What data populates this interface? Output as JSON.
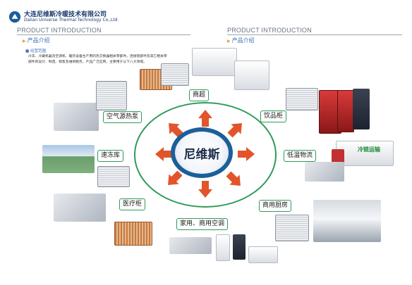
{
  "header": {
    "company_cn": "大连尼维斯冷暖技术有限公司",
    "company_en": "Dalian Universe Thermal Technology Co.,Ltd",
    "title_left": "PRODUCT INTRODUCTION",
    "title_right": "PRODUCT INTRODUCTION",
    "section_left": "产品介绍",
    "section_right": "产品介绍"
  },
  "summary": {
    "title": "经营范围",
    "text": "冷冻、冷藏机器及空调机、暖热设备生产用的热交换器相关零部件。连接管部件及其它相关零部件的设计、制造、销售及维修服务。产品广泛应用，主要用于以下八大领域。"
  },
  "hub": {
    "label": "尼维斯"
  },
  "categories": {
    "supermarket": "商超",
    "beverage_cabinet": "饮品柜",
    "cold_chain": "低温物流",
    "commercial_kitchen": "商用厨房",
    "air_conditioning": "家用、商用空调",
    "medical_cabinet": "医疗柜",
    "quick_freezer": "速冻库",
    "heat_pump": "空气源热泵"
  },
  "truck_text": "冷链运输",
  "colors": {
    "brand_blue": "#1b5f9a",
    "ring_green": "#2f9b59",
    "arrow_orange": "#e2552a"
  }
}
